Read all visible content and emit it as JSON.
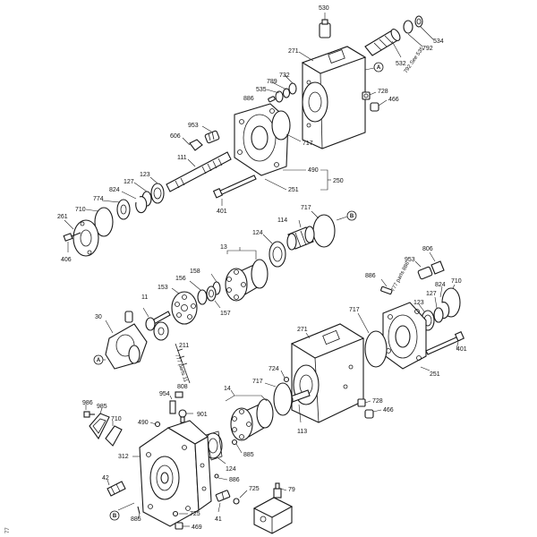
{
  "labels": {
    "p530": "530",
    "p271a": "271",
    "p534": "534",
    "p532a": "532",
    "p792a": "792",
    "p732a": "732",
    "p789": "789",
    "p535": "535",
    "p886a": "886",
    "p728a": "728",
    "p466a": "466",
    "p953a": "953",
    "p606": "606",
    "p717a": "717",
    "p111": "111",
    "p490a": "490",
    "p250": "250",
    "p251a": "251",
    "p127a": "127",
    "p123a": "123",
    "p824a": "824",
    "p774": "774",
    "p710a": "710",
    "p261": "261",
    "p406": "406",
    "p401a": "401",
    "p717b": "717",
    "p114": "114",
    "p124a": "124",
    "p13": "13",
    "p158": "158",
    "p156": "156",
    "p153": "153",
    "p11": "11",
    "p157": "157",
    "p30": "30",
    "p211": "211",
    "p886b": "886",
    "p806": "806",
    "p953b": "953",
    "p824b": "824",
    "p710b": "710",
    "p127b": "127",
    "p123b": "123",
    "p271b": "271",
    "p717c": "717",
    "p724": "724",
    "p401b": "401",
    "p251b": "251",
    "p986": "986",
    "p985": "985",
    "p710c": "710",
    "p808": "808",
    "p954": "954",
    "p901": "901",
    "p490b": "490",
    "p14": "14",
    "p717d": "717",
    "p728b": "728",
    "p466b": "466",
    "p113": "113",
    "p312": "312",
    "p885a": "885",
    "p124b": "124",
    "p42": "42",
    "p886c": "886",
    "p725a": "725",
    "p79": "79",
    "p885b": "885",
    "p725b": "725",
    "p41": "41",
    "p469": "469"
  },
  "slanted_notes": {
    "note_top": "792 See 535",
    "note_right": "777 parts 886",
    "note_left": "777 parts 11",
    "page_corner": "77"
  },
  "reference_markers": {
    "ref_a1": "A",
    "ref_a2": "A",
    "ref_b1": "B",
    "ref_b2": "B"
  }
}
